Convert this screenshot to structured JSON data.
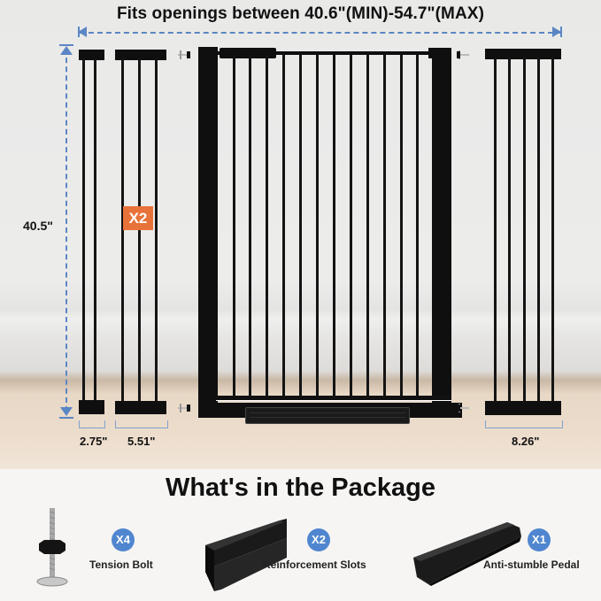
{
  "header": {
    "fit_range": "Fits openings between 40.6\"(MIN)-54.7\"(MAX)",
    "min_width": "40.6\"",
    "max_width": "54.7\""
  },
  "dimensions": {
    "height": "40.5\"",
    "extension_small": "2.75\"",
    "extension_medium": "5.51\"",
    "extension_large": "8.26\"",
    "extension_medium_qty": "X2"
  },
  "package": {
    "title": "What's in the Package",
    "items": [
      {
        "label": "Tension Bolt",
        "qty": "X4",
        "icon": "tension-bolt-icon"
      },
      {
        "label": "Reinforcement Slots",
        "qty": "X2",
        "icon": "reinforcement-slot-icon"
      },
      {
        "label": "Anti-stumble Pedal",
        "qty": "X1",
        "icon": "anti-stumble-pedal-icon"
      }
    ]
  },
  "colors": {
    "dimension_line": "#5b86c4",
    "qty_badge": "#4f86cf",
    "x2_badge": "#e8733a",
    "gate": "#0f0f0f"
  }
}
